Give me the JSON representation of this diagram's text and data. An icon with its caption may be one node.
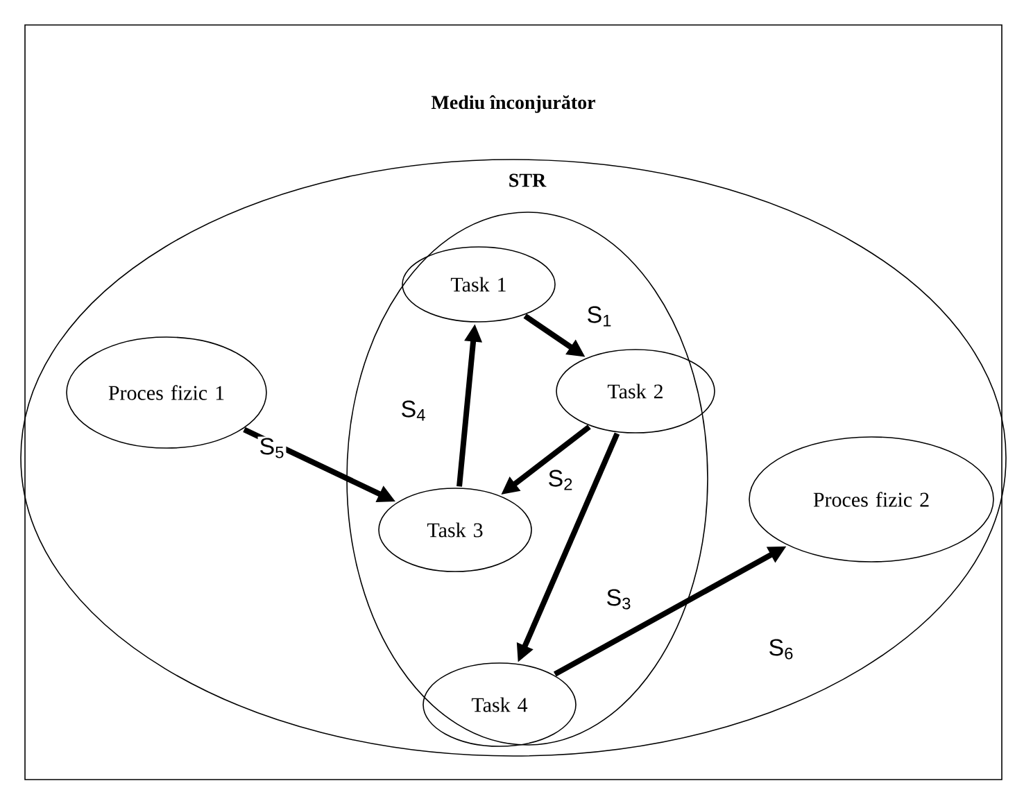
{
  "diagram": {
    "nodes": [
      {
        "text": [
          "Mediu înconjurător"
        ]
      },
      {
        "text": [
          "STR"
        ],
        "in": 0
      },
      {
        "text": [
          "Proces fizic 1"
        ],
        "in": 0
      },
      {
        "text": [
          "Task 1"
        ],
        "in": 1
      },
      {
        "text": [
          "Task 2"
        ],
        "in": 1
      },
      {
        "text": [
          "Task 3"
        ],
        "in": 1
      },
      {
        "text": [
          "Task 4"
        ],
        "in": 1
      },
      {
        "text": [
          "Proces fizic 2"
        ],
        "in": 0
      }
    ],
    "edges": [
      {
        "from": 3,
        "to": 4,
        "arrow": "to",
        "label": "S$_{1}$"
      },
      {
        "from": 4,
        "to": 5,
        "arrow": "to",
        "label": "S$_{2}$"
      },
      {
        "from": 4,
        "to": 6,
        "arrow": "to",
        "label": "S$_{3}$"
      },
      {
        "from": 5,
        "to": 3,
        "arrow": "to",
        "label": "S$_{4}$"
      },
      {
        "from": 2,
        "to": 5,
        "arrow": "to",
        "label": "S$_{5}$"
      },
      {
        "from": 6,
        "to": 7,
        "arrow": "to",
        "label": "S$_{6}$"
      }
    ]
  }
}
